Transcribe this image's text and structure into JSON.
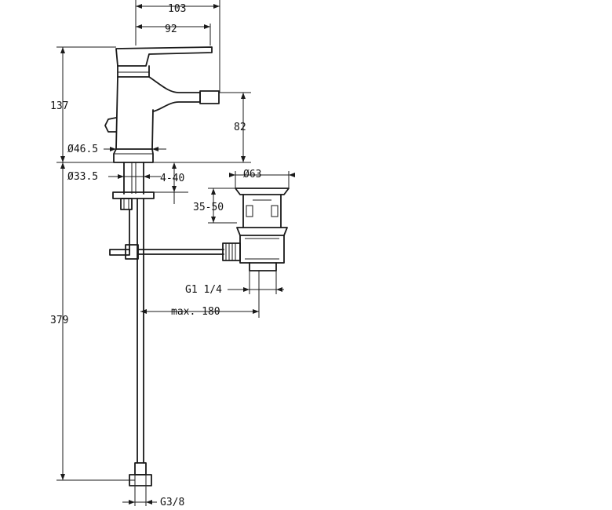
{
  "dimensions": {
    "overall_width": "103",
    "spout_reach": "92",
    "body_height": "137",
    "spout_height": "82",
    "base_diameter": "Ø46.5",
    "shank_diameter": "Ø33.5",
    "deck_thickness": "4-40",
    "waste_diameter": "Ø63",
    "waste_deck_range": "35-50",
    "waste_thread": "G1 1/4",
    "rod_reach": "max. 180",
    "hose_length": "379",
    "hose_thread": "G3/8"
  }
}
